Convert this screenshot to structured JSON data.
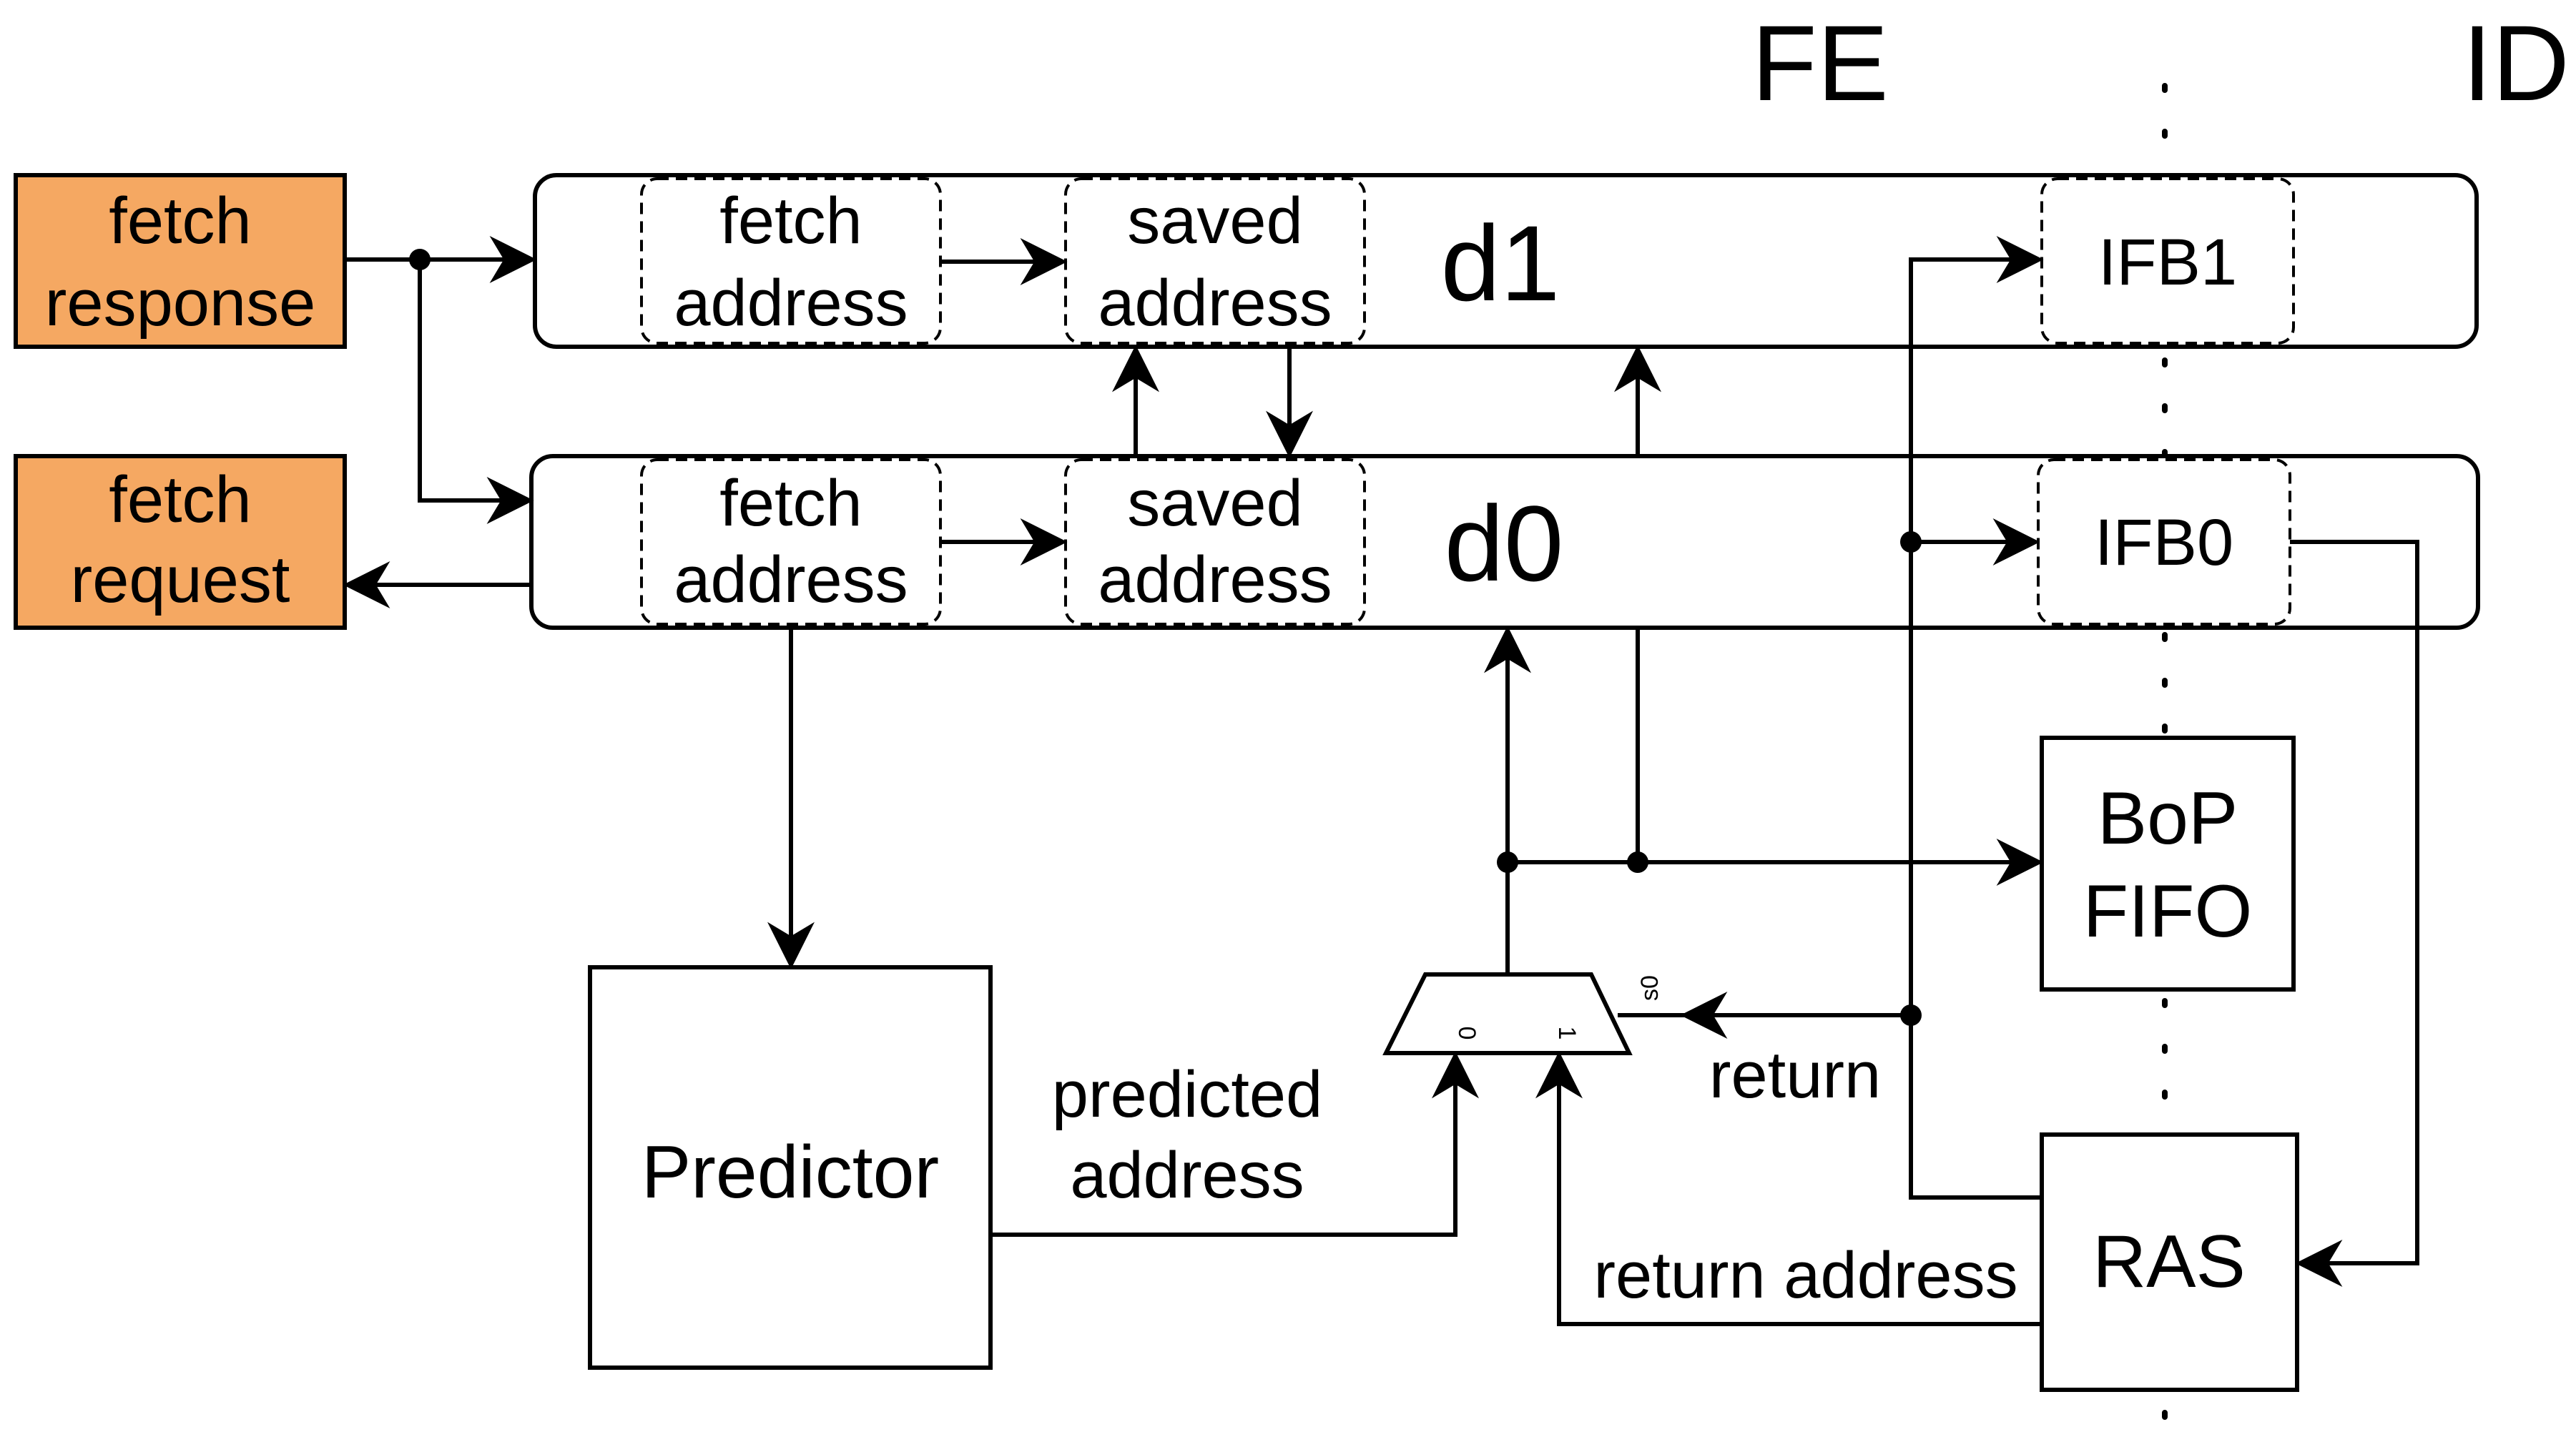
{
  "stages": {
    "fe": "FE",
    "id": "ID"
  },
  "fetch_response": {
    "line1": "fetch",
    "line2": "response"
  },
  "fetch_request": {
    "line1": "fetch",
    "line2": "request"
  },
  "d1": {
    "label": "d1",
    "fetch_address": {
      "line1": "fetch",
      "line2": "address"
    },
    "saved_address": {
      "line1": "saved",
      "line2": "address"
    },
    "ifb": "IFB1"
  },
  "d0": {
    "label": "d0",
    "fetch_address": {
      "line1": "fetch",
      "line2": "address"
    },
    "saved_address": {
      "line1": "saved",
      "line2": "address"
    },
    "ifb": "IFB0"
  },
  "bop_fifo": {
    "line1": "BoP",
    "line2": "FIFO"
  },
  "predictor": "Predictor",
  "ras": "RAS",
  "mux": {
    "in0": "0",
    "in1": "1",
    "sel": "s0"
  },
  "edge_labels": {
    "predicted_address": {
      "line1": "predicted",
      "line2": "address"
    },
    "return": "return",
    "return_address": "return address"
  },
  "colors": {
    "accent": "#f5a862",
    "line": "#000000",
    "background": "#ffffff"
  }
}
